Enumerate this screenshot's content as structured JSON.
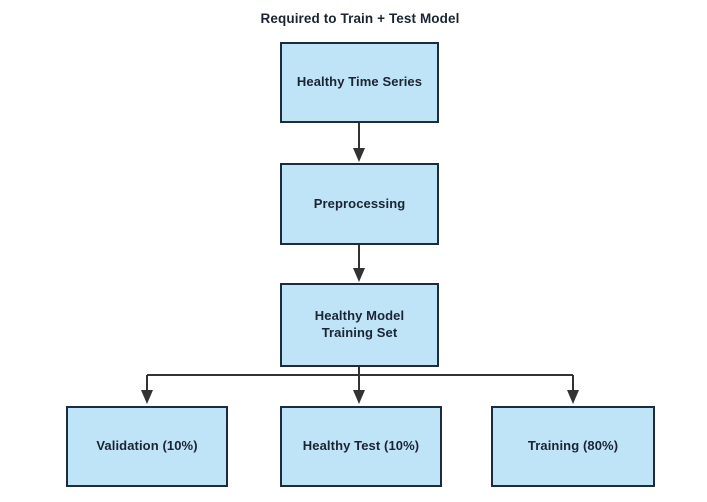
{
  "title": "Required to Train + Test Model",
  "diagram": {
    "nodes": [
      {
        "id": "healthy-time-series",
        "label": "Healthy Time Series"
      },
      {
        "id": "preprocessing",
        "label": "Preprocessing"
      },
      {
        "id": "healthy-model-training-set",
        "label": "Healthy Model Training Set"
      },
      {
        "id": "validation",
        "label": "Validation (10%)"
      },
      {
        "id": "healthy-test",
        "label": "Healthy Test (10%)"
      },
      {
        "id": "training",
        "label": "Training (80%)"
      }
    ],
    "edges": [
      {
        "from": "healthy-time-series",
        "to": "preprocessing"
      },
      {
        "from": "preprocessing",
        "to": "healthy-model-training-set"
      },
      {
        "from": "healthy-model-training-set",
        "to": "validation"
      },
      {
        "from": "healthy-model-training-set",
        "to": "healthy-test"
      },
      {
        "from": "healthy-model-training-set",
        "to": "training"
      }
    ],
    "colors": {
      "node_fill": "#bfe3f7",
      "node_border": "#1c2b3d",
      "connector": "#333333",
      "text_color": "#1b2433"
    }
  }
}
